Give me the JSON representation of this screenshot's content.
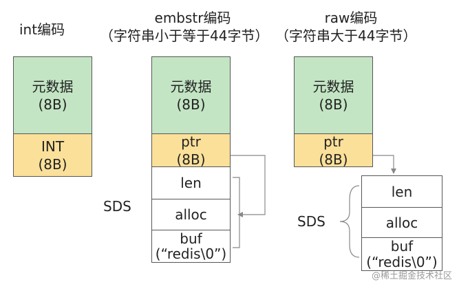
{
  "int": {
    "title": "int编码",
    "meta_line1": "元数据",
    "meta_line2": "(8B)",
    "int_line1": "INT",
    "int_line2": "(8B)"
  },
  "embstr": {
    "title_line1": "embstr编码",
    "title_line2": "（字符串小于等于44字节）",
    "meta_line1": "元数据",
    "meta_line2": "(8B)",
    "ptr_line1": "ptr",
    "ptr_line2": "(8B)",
    "sds_label": "SDS",
    "len": "len",
    "alloc": "alloc",
    "buf_line1": "buf",
    "buf_line2": "(“redis\\0”)"
  },
  "raw": {
    "title_line1": "raw编码",
    "title_line2": "（字符串大于44字节）",
    "meta_line1": "元数据",
    "meta_line2": "(8B)",
    "ptr_line1": "ptr",
    "ptr_line2": "(8B)",
    "sds_label": "SDS",
    "len": "len",
    "alloc": "alloc",
    "buf_line1": "buf",
    "buf_line2": "(“redis\\0”)"
  },
  "watermark": "@稀土掘金技术社区"
}
